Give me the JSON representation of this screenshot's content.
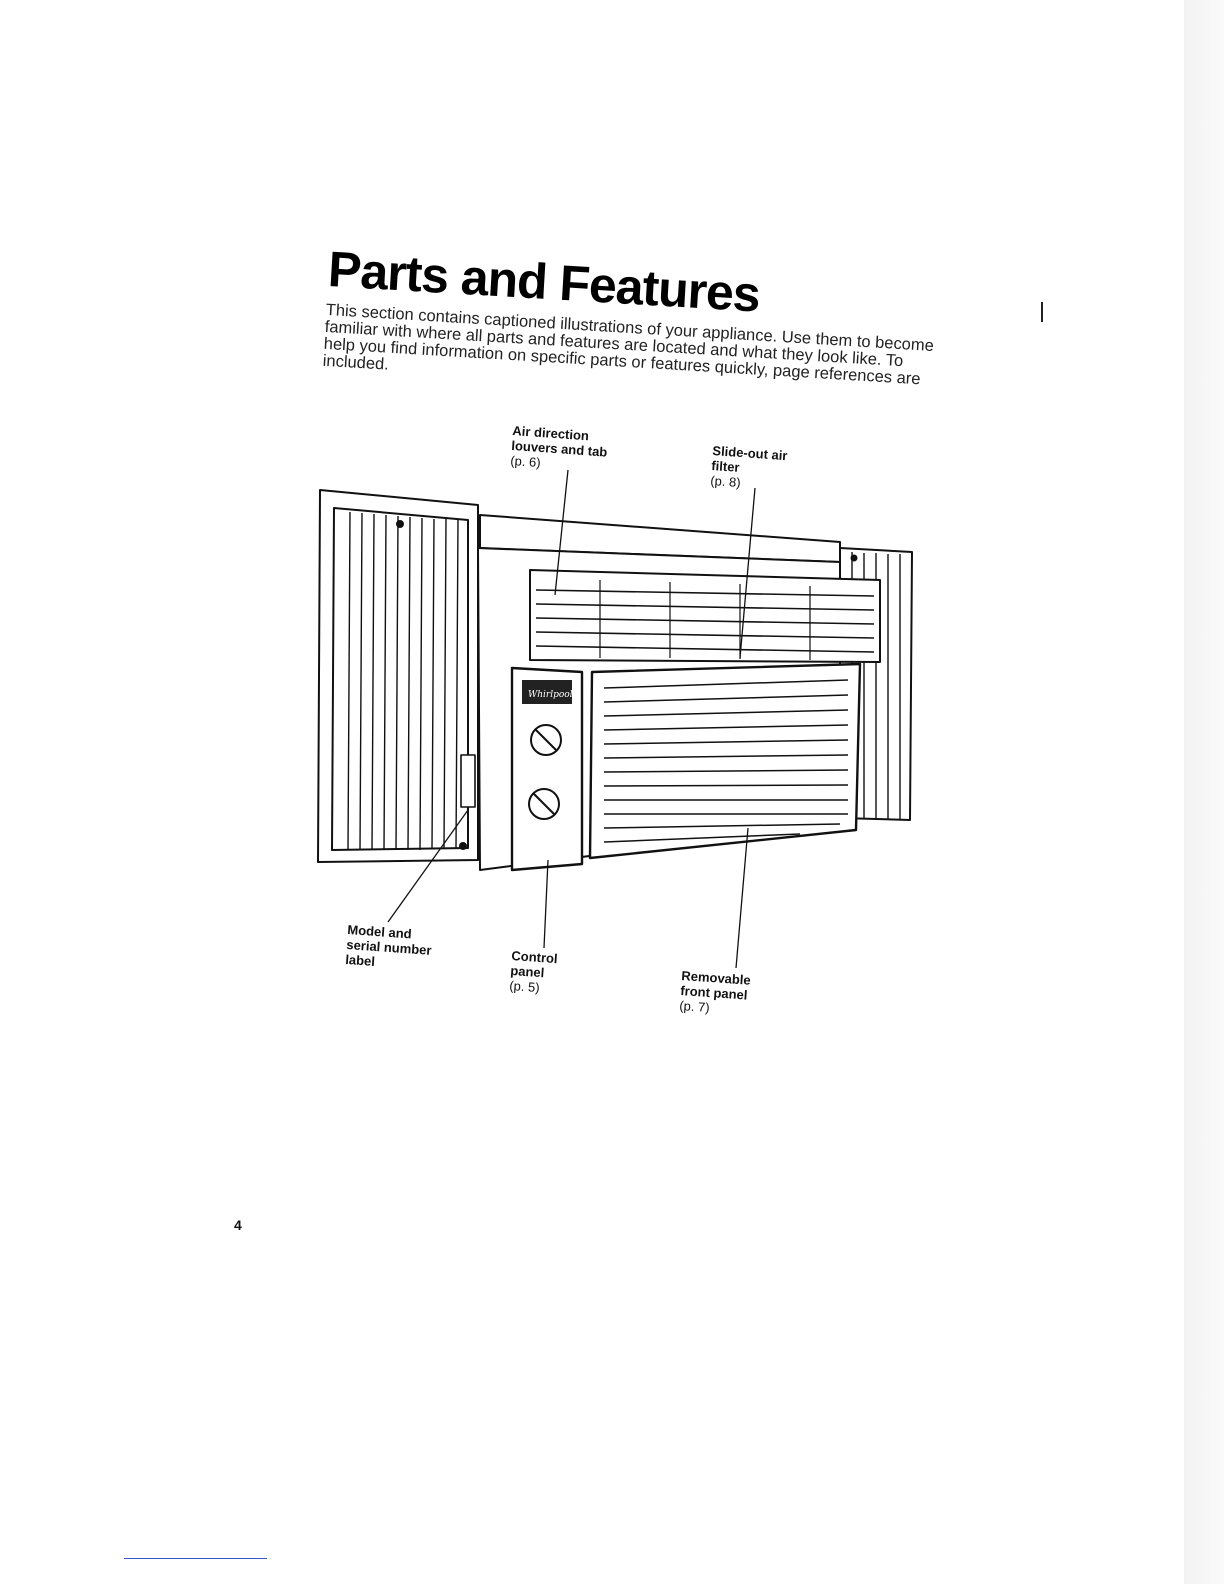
{
  "heading": "Parts and Features",
  "intro": "This section contains captioned illustrations of your appliance. Use them to become familiar with where all parts and features are located and what they look like. To help you find information on specific parts or features quickly, page references are included.",
  "labels": {
    "louvers": {
      "name": "Air direction louvers and tab",
      "ref": "(p. 6)"
    },
    "filter": {
      "name": "Slide-out air filter",
      "ref": "(p. 8)"
    },
    "model": {
      "name": "Model and serial number label",
      "ref": ""
    },
    "control": {
      "name": "Control panel",
      "ref": "(p. 5)"
    },
    "front": {
      "name": "Removable front panel",
      "ref": "(p. 7)"
    }
  },
  "page_number": "4",
  "illustration": {
    "brand_script": "Whirlpool"
  }
}
